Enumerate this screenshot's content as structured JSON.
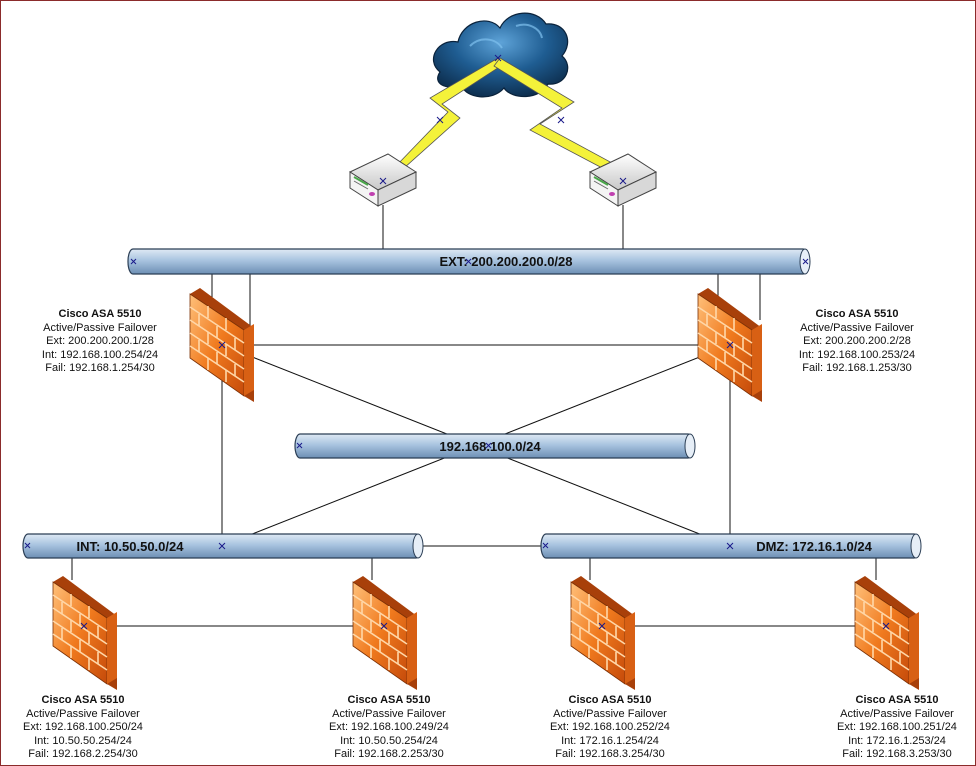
{
  "buses": {
    "ext": "EXT: 200.200.200.0/28",
    "mid": "192.168.100.0/24",
    "int": "INT: 10.50.50.0/24",
    "dmz": "DMZ: 172.16.1.0/24"
  },
  "devices": {
    "fw_top_left": {
      "title": "Cisco ASA 5510",
      "mode": "Active/Passive Failover",
      "ext": "Ext: 200.200.200.1/28",
      "int": "Int: 192.168.100.254/24",
      "fail": "Fail: 192.168.1.254/30"
    },
    "fw_top_right": {
      "title": "Cisco ASA 5510",
      "mode": "Active/Passive Failover",
      "ext": "Ext: 200.200.200.2/28",
      "int": "Int: 192.168.100.253/24",
      "fail": "Fail: 192.168.1.253/30"
    },
    "fw_bl1": {
      "title": "Cisco ASA 5510",
      "mode": "Active/Passive Failover",
      "ext": "Ext: 192.168.100.250/24",
      "int": "Int: 10.50.50.254/24",
      "fail": "Fail: 192.168.2.254/30"
    },
    "fw_bl2": {
      "title": "Cisco ASA 5510",
      "mode": "Active/Passive Failover",
      "ext": "Ext: 192.168.100.249/24",
      "int": "Int: 10.50.50.254/24",
      "fail": "Fail: 192.168.2.253/30"
    },
    "fw_br1": {
      "title": "Cisco ASA 5510",
      "mode": "Active/Passive Failover",
      "ext": "Ext: 192.168.100.252/24",
      "int": "Int: 172.16.1.254/24",
      "fail": "Fail: 192.168.3.254/30"
    },
    "fw_br2": {
      "title": "Cisco ASA 5510",
      "mode": "Active/Passive Failover",
      "ext": "Ext: 192.168.100.251/24",
      "int": "Int: 172.16.1.253/24",
      "fail": "Fail: 192.168.3.253/30"
    }
  },
  "colors": {
    "bus": "#a9c4e0",
    "firewall": "#f07a1e",
    "lightning": "#f4f23a",
    "cloud": "#1b4d7a",
    "border": "#8b2b2b"
  }
}
